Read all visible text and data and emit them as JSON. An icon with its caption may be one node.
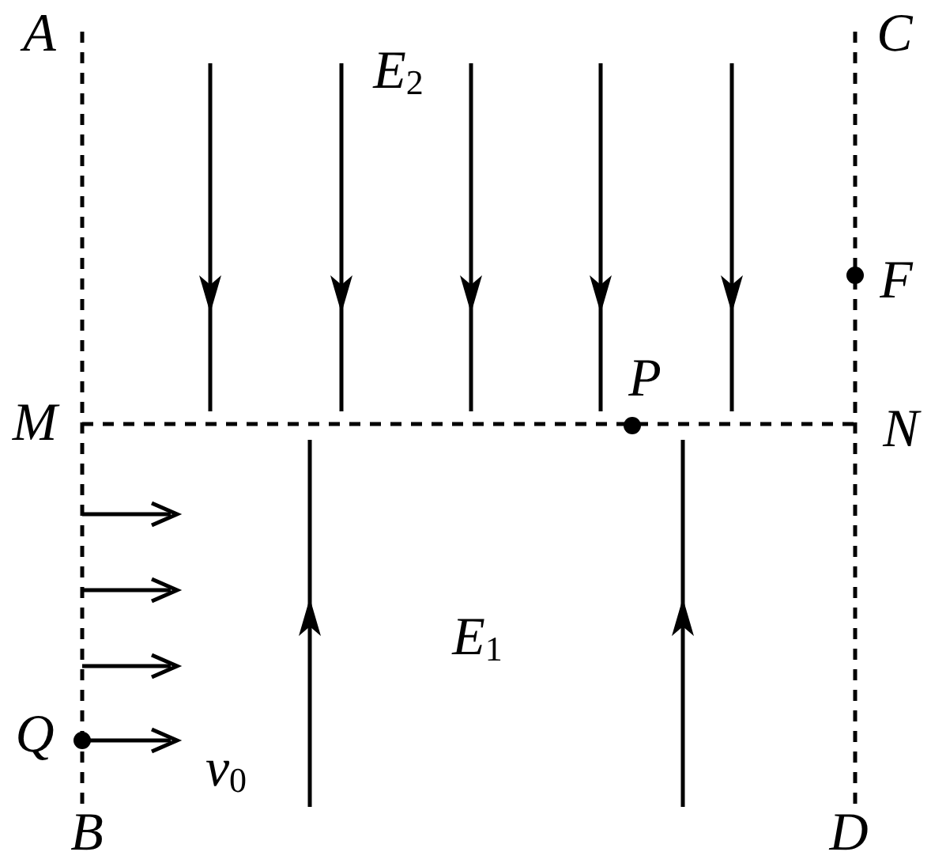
{
  "diagram": {
    "labels": [
      "A",
      "C",
      "E$_{2}$",
      "F",
      "M",
      "P",
      "N",
      "Q",
      "E$_{1}$",
      "v$_{0}$",
      "B",
      "D"
    ]
  }
}
